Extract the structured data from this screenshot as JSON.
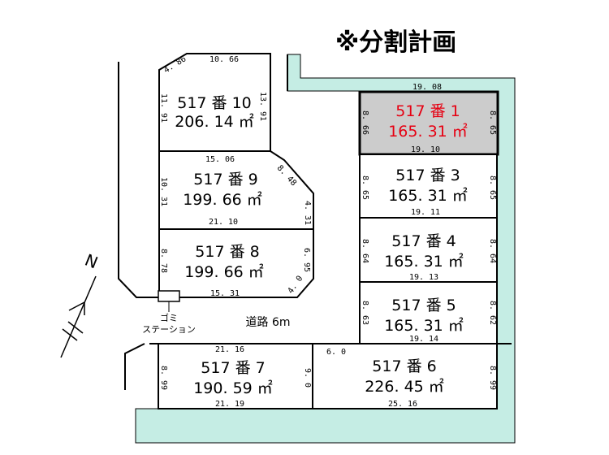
{
  "title": "※分割計画",
  "colors": {
    "green_strip": "#c5ede4",
    "highlight_fill": "#cccccc",
    "highlight_text": "#e60012"
  },
  "lots": [
    {
      "name": "517 番 1",
      "area": "165. 31 ㎡",
      "highlight": true
    },
    {
      "name": "517 番 3",
      "area": "165. 31 ㎡"
    },
    {
      "name": "517 番 4",
      "area": "165. 31 ㎡"
    },
    {
      "name": "517 番 5",
      "area": "165. 31 ㎡"
    },
    {
      "name": "517 番 6",
      "area": "226. 45 ㎡"
    },
    {
      "name": "517 番 7",
      "area": "190. 59 ㎡"
    },
    {
      "name": "517 番 8",
      "area": "199. 66 ㎡"
    },
    {
      "name": "517 番 9",
      "area": "199. 66 ㎡"
    },
    {
      "name": "517 番 10",
      "area": "206. 14 ㎡"
    }
  ],
  "dims": {
    "top_right": "19. 08",
    "l1_left": "8. 66",
    "l1_right": "8. 65",
    "l1_bottom": "19. 10",
    "l3_left": "8. 65",
    "l3_right": "8. 65",
    "l3_bottom": "19. 11",
    "l4_left": "8. 64",
    "l4_right": "8. 64",
    "l4_bottom": "19. 13",
    "l5_left": "8. 63",
    "l5_right": "8. 62",
    "l5_bottom": "19. 14",
    "l6_top": "6. 0",
    "l6_right": "8. 99",
    "l6_bottom": "25. 16",
    "l7_top": "21. 16",
    "l7_left": "8. 99",
    "l7_right": "9. 0",
    "l7_bottom": "21. 19",
    "l8_left": "8. 78",
    "l8_right": "6. 95",
    "l8_bottom": "15. 31",
    "l8_corner": "4. 0",
    "l9_top": "15. 06",
    "l9_left": "10. 31",
    "l9_diag": "8. 48",
    "l9_right": "4. 31",
    "l9_bottom": "21. 10",
    "l10_top_corner": "4. 86",
    "l10_top": "10. 66",
    "l10_left": "11. 91",
    "l10_right": "13. 91"
  },
  "labels": {
    "gomi_line1": "ゴミ",
    "gomi_line2": "ステーション",
    "road": "道路 6m",
    "north": "N"
  }
}
